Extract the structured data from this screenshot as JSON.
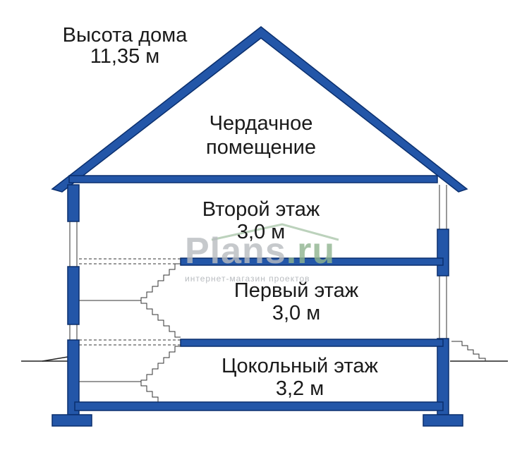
{
  "house_height": {
    "title": "Высота дома",
    "value": "11,35 м"
  },
  "attic": {
    "line1": "Чердачное",
    "line2": "помещение"
  },
  "floors": [
    {
      "name": "Второй этаж",
      "height": "3,0 м"
    },
    {
      "name": "Первый этаж",
      "height": "3,0 м"
    },
    {
      "name": "Цокольный этаж",
      "height": "3,2 м"
    }
  ],
  "watermark": {
    "brand": "Plans",
    "tld": ".ru",
    "tagline": "интернет-магазин проектов"
  },
  "colors": {
    "structure": "#2356a8",
    "outline": "#0a2f6e",
    "text": "#1a1a1a",
    "watermark": "#b9bcc0",
    "watermark_accent": "#8fb48f"
  }
}
